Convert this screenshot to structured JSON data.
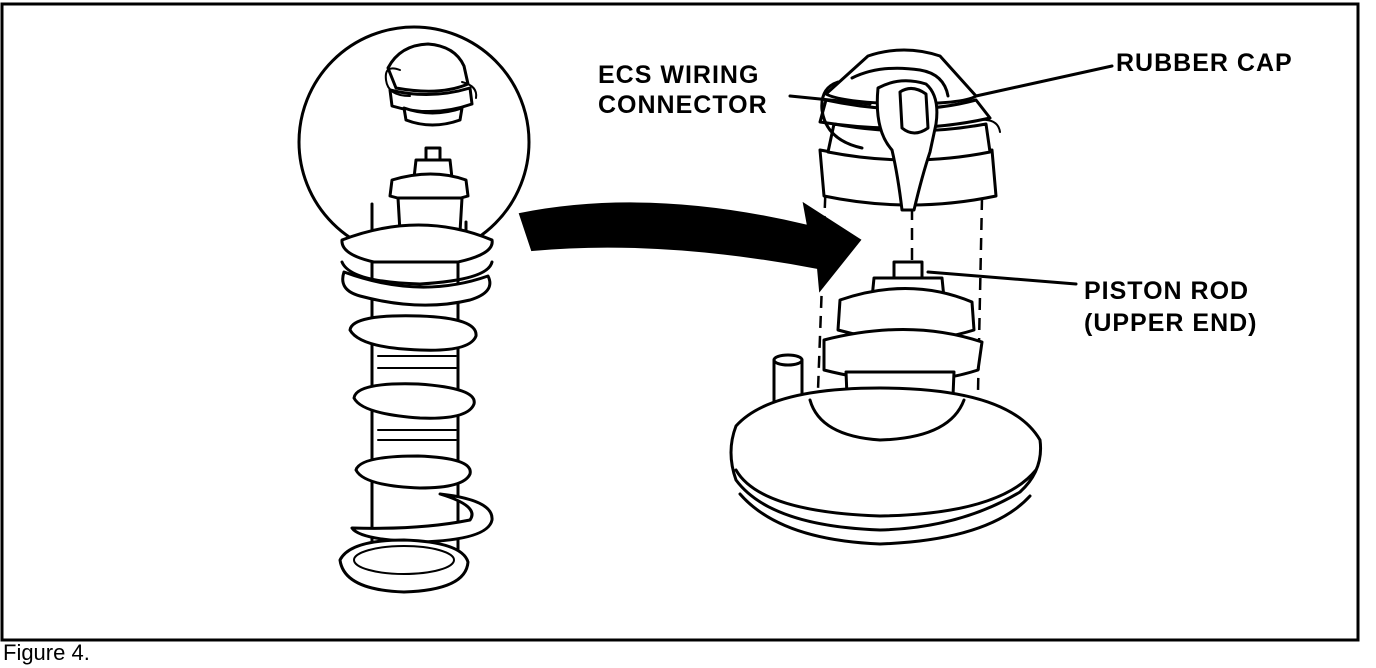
{
  "labels": {
    "ecs_wiring_connector_line1": "ECS WIRING",
    "ecs_wiring_connector_line2": "CONNECTOR",
    "rubber_cap": "RUBBER CAP",
    "piston_rod_line1": "PISTON ROD",
    "piston_rod_line2": "(UPPER END)"
  },
  "caption": "Figure 4."
}
